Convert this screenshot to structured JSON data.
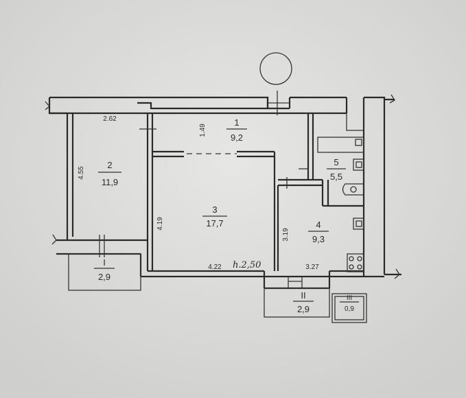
{
  "rooms": [
    {
      "id": "1",
      "area": "9,2"
    },
    {
      "id": "2",
      "area": "11,9"
    },
    {
      "id": "3",
      "area": "17,7"
    },
    {
      "id": "4",
      "area": "9,3"
    },
    {
      "id": "5",
      "area": "5,5"
    }
  ],
  "balconies": [
    {
      "id": "I",
      "area": "2,9"
    },
    {
      "id": "II",
      "area": "2,9"
    },
    {
      "id": "III",
      "area": "0,9"
    }
  ],
  "dimensions": {
    "d1": "2.62",
    "d2": "1.49",
    "d3": "4.55",
    "d4": "4.19",
    "d5": "3.19",
    "d6": "4.22",
    "d7": "3.27"
  },
  "ceiling_height": "h.2,50"
}
